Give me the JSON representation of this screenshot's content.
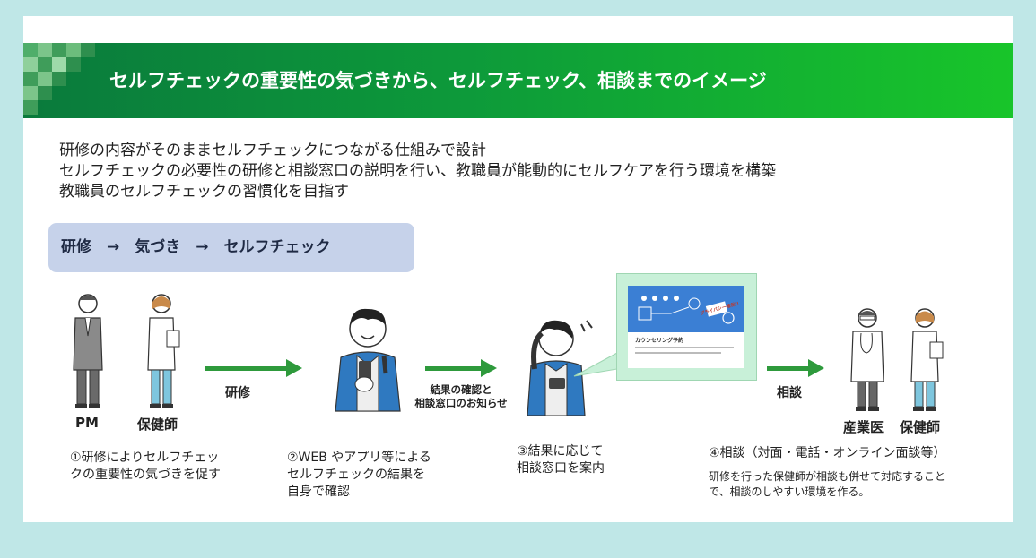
{
  "banner": {
    "title": "セルフチェックの重要性の気づきから、セルフチェック、相談までのイメージ"
  },
  "intro": {
    "lines": [
      "研修の内容がそのままセルフチェックにつながる仕組みで設計",
      "セルフチェックの必要性の研修と相談窓口の説明を行い、教職員が能動的にセルフケアを行う環境を構築",
      "教職員のセルフチェックの習慣化を目指す"
    ]
  },
  "flow": {
    "text": "研修　→　気づき　→　セルフチェック"
  },
  "persons": {
    "pm": "PM",
    "hokenshi": "保健師",
    "sangyoui": "産業医",
    "hokenshi2": "保健師"
  },
  "arrows": {
    "a1": "研修",
    "a2_line1": "結果の確認と",
    "a2_line2": "相談窓口のお知らせ",
    "a3": "相談"
  },
  "bubble": {
    "title": "カウンセリング予約",
    "badge": "プライバシー確保!!"
  },
  "steps": {
    "s1": [
      "①研修によりセルフチェッ",
      "クの重要性の気づきを促す"
    ],
    "s2": [
      "②WEB やアプリ等による",
      "セルフチェックの結果を",
      "自身で確認"
    ],
    "s3": [
      "③結果に応じて",
      "相談窓口を案内"
    ],
    "s4": [
      "④相談（対面・電話・オンライン面談等）"
    ],
    "s4_note": [
      "研修を行った保健師が相談も併せて対応すること",
      "で、相談のしやすい環境を作る。"
    ]
  },
  "colors": {
    "background": "#bfe7e7",
    "banner_start": "#0a7a3c",
    "banner_end": "#18c52a",
    "arrow": "#2e9a3c",
    "flow_box": "#c6d2ea",
    "bubble": "#c8f0d8"
  }
}
